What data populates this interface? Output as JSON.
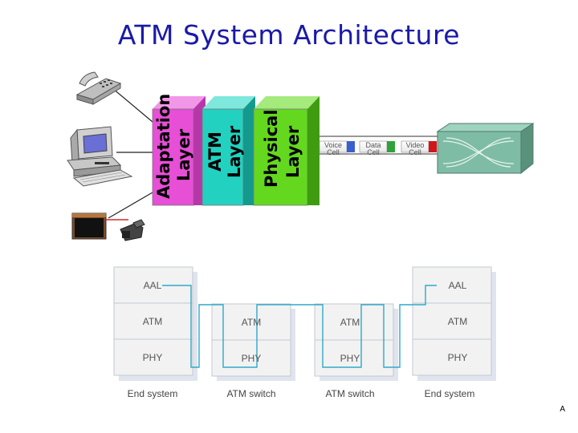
{
  "title": "ATM System Architecture",
  "layers": {
    "adaptation": [
      "Adaptation",
      "Layer"
    ],
    "atm": [
      "ATM",
      "Layer"
    ],
    "physical": [
      "Physical",
      "Layer"
    ]
  },
  "cells": [
    {
      "line1": "Voice",
      "line2": "Cell",
      "color": "#3a5fd0"
    },
    {
      "line1": "Data",
      "line2": "Cell",
      "color": "#2fa23a"
    },
    {
      "line1": "Video",
      "line2": "Cell",
      "color": "#d01818"
    }
  ],
  "colors": {
    "adaptation": "#e64fd6",
    "atm": "#22d1c0",
    "physical": "#64d81e",
    "stack_link": "#2fa9c9"
  },
  "stacks": [
    {
      "rows": [
        "AAL",
        "ATM",
        "PHY"
      ],
      "caption": "End system"
    },
    {
      "rows": [
        "ATM",
        "PHY"
      ],
      "caption": "ATM switch"
    },
    {
      "rows": [
        "ATM",
        "PHY"
      ],
      "caption": "ATM switch"
    },
    {
      "rows": [
        "AAL",
        "ATM",
        "PHY"
      ],
      "caption": "End system"
    }
  ],
  "corner_label": "A",
  "icons": [
    "telephone-icon",
    "desktop-computer-icon",
    "television-icon",
    "video-camera-icon",
    "atm-switch-icon"
  ]
}
